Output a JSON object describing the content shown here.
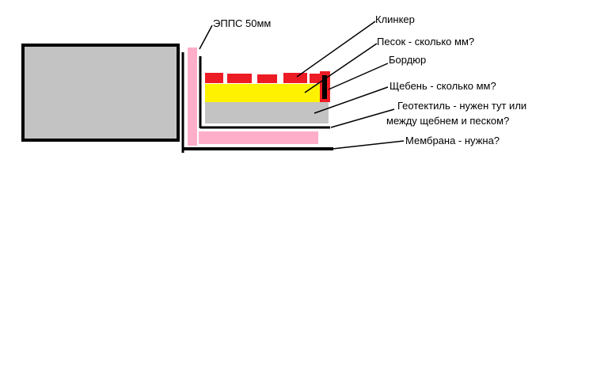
{
  "labels": {
    "epps": "ЭППС 50мм",
    "klinker": "Клинкер",
    "pesok": "Песок - сколько мм?",
    "bordyur": "Бордюр",
    "shcheben": "Щебень - сколько мм?",
    "geotextile_line1": "Геотектиль - нужен тут или",
    "geotextile_line2": "между щебнем и песком?",
    "membrana": "Мембрана - нужна?"
  },
  "colors": {
    "outline": "#000000",
    "foundation": "#c3c3c3",
    "insulation": "#ffaec9",
    "clinker": "#ed1c24",
    "sand": "#fff200",
    "gravel": "#c3c3c3",
    "background": "#ffffff"
  }
}
